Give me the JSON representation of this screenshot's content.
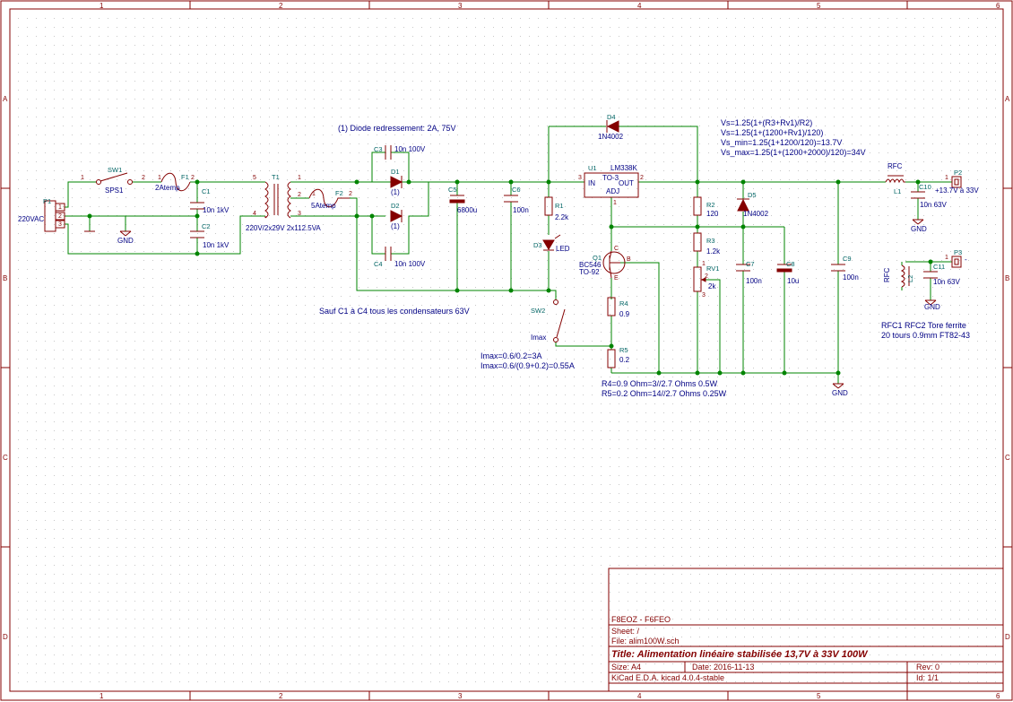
{
  "frame": {
    "col_labels": [
      "1",
      "2",
      "3",
      "4",
      "5",
      "6"
    ],
    "row_labels": [
      "A",
      "B",
      "C",
      "D"
    ]
  },
  "notes": {
    "diode_note": "(1) Diode redressement: 2A, 75V",
    "caps_note": "Sauf C1 à C4 tous les condensateurs 63V",
    "formula1": "Vs=1.25(1+(R3+Rv1)/R2)",
    "formula2": "Vs=1.25(1+(1200+Rv1)/120)",
    "formula3": "Vs_min=1.25(1+1200/120)=13.7V",
    "formula4": "Vs_max=1.25(1+(1200+2000)/120)=34V",
    "imax1": "Imax=0.6/0.2=3A",
    "imax2": "Imax=0.6/(0.9+0.2)=0.55A",
    "r4note": "R4=0.9  Ohm=3//2.7 Ohms 0.5W",
    "r5note": "R5=0.2  Ohm=14//2.7 Ohms 0.25W",
    "rfc1": "RFC1 RFC2 Tore ferrite",
    "rfc2": "20 tours 0.9mm FT82-43",
    "trafo_note": "220V/2x29V 2x112.5VA"
  },
  "components": {
    "P1": {
      "ref": "P1",
      "value": "220VAC",
      "pins": [
        "1",
        "2",
        "3"
      ]
    },
    "SW1": {
      "ref": "SW1",
      "value": "SPS1",
      "pins": [
        "1",
        "2"
      ]
    },
    "F1": {
      "ref": "F1",
      "value": "2Atemp",
      "pins": [
        "1",
        "2"
      ]
    },
    "C1": {
      "ref": "C1",
      "value": "10n 1kV"
    },
    "C2": {
      "ref": "C2",
      "value": "10n 1kV"
    },
    "T1": {
      "ref": "T1",
      "pins": [
        "5",
        "4",
        "1",
        "2",
        "3"
      ]
    },
    "F2": {
      "ref": "F2",
      "value": "5Atemp",
      "pins": [
        "1",
        "2"
      ]
    },
    "C3": {
      "ref": "C3",
      "value": "10n 100V"
    },
    "C4": {
      "ref": "C4",
      "value": "10n 100V"
    },
    "D1": {
      "ref": "D1",
      "value": "(1)"
    },
    "D2": {
      "ref": "D2",
      "value": "(1)"
    },
    "C5": {
      "ref": "C5",
      "value": "6800u"
    },
    "C6": {
      "ref": "C6",
      "value": "100n"
    },
    "R1": {
      "ref": "R1",
      "value": "2.2k"
    },
    "D3": {
      "ref": "D3",
      "value": "LED"
    },
    "D4": {
      "ref": "D4",
      "value": "1N4002"
    },
    "U1": {
      "ref": "U1",
      "value": "LM338K",
      "pkg": "TO-3",
      "in": "IN",
      "out": "OUT",
      "adj": "ADJ",
      "pin_in": "3",
      "pin_out": "2",
      "pin_adj": "1"
    },
    "Q1": {
      "ref": "Q1",
      "value": "BC546",
      "pkg": "TO-92",
      "pins": [
        "C",
        "B",
        "E"
      ]
    },
    "SW2": {
      "ref": "SW2",
      "value": "Imax"
    },
    "R4": {
      "ref": "R4",
      "value": "0.9"
    },
    "R5": {
      "ref": "R5",
      "value": "0.2"
    },
    "R2": {
      "ref": "R2",
      "value": "120"
    },
    "R3": {
      "ref": "R3",
      "value": "1.2k"
    },
    "RV1": {
      "ref": "RV1",
      "value": "2k",
      "pins": [
        "1",
        "2",
        "3"
      ]
    },
    "D5": {
      "ref": "D5",
      "value": "1N4002"
    },
    "C7": {
      "ref": "C7",
      "value": "100n"
    },
    "C8": {
      "ref": "C8",
      "value": "10u"
    },
    "C9": {
      "ref": "C9",
      "value": "100n"
    },
    "L1": {
      "ref": "L1",
      "value": "RFC"
    },
    "C10": {
      "ref": "C10",
      "value": "10n 63V"
    },
    "P2": {
      "ref": "P2",
      "value": "+13.7V à 33V",
      "pin": "1"
    },
    "L2": {
      "ref": "L2",
      "value": "RFC"
    },
    "C11": {
      "ref": "C11",
      "value": "10n 63V"
    },
    "P3": {
      "ref": "P3",
      "value": "-",
      "pin": "1"
    },
    "gnd": "GND"
  },
  "title_block": {
    "authors": "F8EOZ - F6FEO",
    "sheet": "Sheet: /",
    "file": "File: alim100W.sch",
    "title": "Title: Alimentation linéaire stabilisée 13,7V à 33V 100W",
    "size": "Size: A4",
    "date": "Date: 2016-11-13",
    "rev": "Rev: 0",
    "tool": "KiCad E.D.A.  kicad 4.0.4-stable",
    "id": "Id: 1/1"
  }
}
